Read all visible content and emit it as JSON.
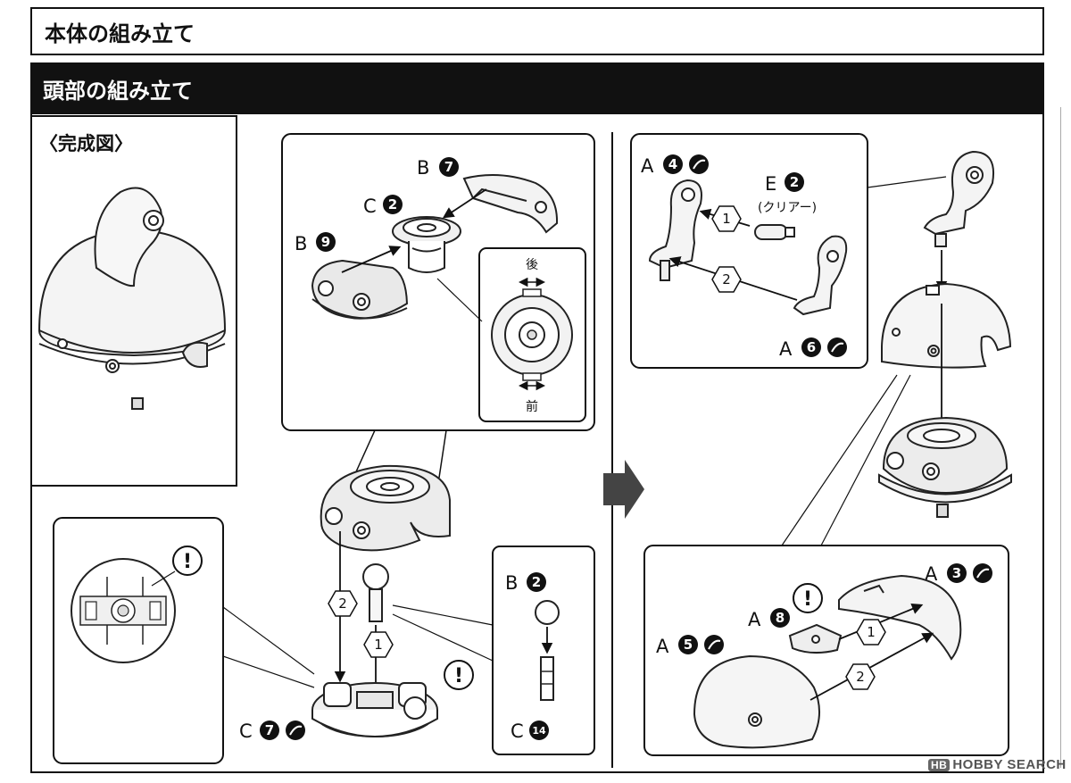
{
  "header": {
    "title": "本体の組み立て",
    "subtitle": "頭部の組み立て"
  },
  "completed": {
    "label": "〈完成図〉"
  },
  "parts": {
    "B7": {
      "letter": "B",
      "num": "7"
    },
    "C2": {
      "letter": "C",
      "num": "2"
    },
    "B9": {
      "letter": "B",
      "num": "9"
    },
    "B2": {
      "letter": "B",
      "num": "2"
    },
    "C14": {
      "letter": "C",
      "num": "14"
    },
    "C7": {
      "letter": "C",
      "num": "7"
    },
    "A4": {
      "letter": "A",
      "num": "4"
    },
    "E2": {
      "letter": "E",
      "num": "2",
      "note": "(クリアー)"
    },
    "A6": {
      "letter": "A",
      "num": "6"
    },
    "A3": {
      "letter": "A",
      "num": "3"
    },
    "A8": {
      "letter": "A",
      "num": "8"
    },
    "A5": {
      "letter": "A",
      "num": "5"
    }
  },
  "orientation": {
    "back": "後",
    "front": "前"
  },
  "steps": {
    "one": "1",
    "two": "2"
  },
  "caution": "!",
  "watermark": {
    "badge": "HB",
    "text": "HOBBY SEARCH"
  }
}
